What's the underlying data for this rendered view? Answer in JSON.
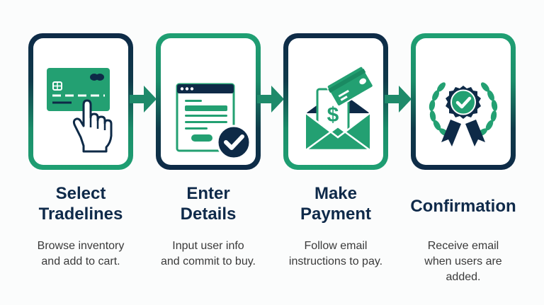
{
  "colors": {
    "navy": "#0e2a47",
    "green": "#1fa073",
    "title_text": "#0f2a4a",
    "desc_text": "#3a3a3a",
    "background": "#fbfcfc"
  },
  "steps": [
    {
      "title_line1": "Select",
      "title_line2": "Tradelines",
      "desc_line1": "Browse inventory",
      "desc_line2": "and add to cart.",
      "icon": "credit-card-with-pointer-hand-icon"
    },
    {
      "title_line1": "Enter",
      "title_line2": "Details",
      "desc_line1": "Input user info",
      "desc_line2": "and commit to buy.",
      "icon": "form-with-checkmark-icon"
    },
    {
      "title_line1": "Make",
      "title_line2": "Payment",
      "desc_line1": "Follow email",
      "desc_line2": "instructions to pay.",
      "icon": "envelope-dollar-card-icon"
    },
    {
      "title_line1": "Confirmation",
      "desc_line1": "Receive email",
      "desc_line2": "when users are",
      "desc_line3": "added.",
      "icon": "award-badge-laurel-icon"
    }
  ],
  "connectors": [
    "arrow-right-icon",
    "arrow-right-icon",
    "arrow-right-icon"
  ]
}
